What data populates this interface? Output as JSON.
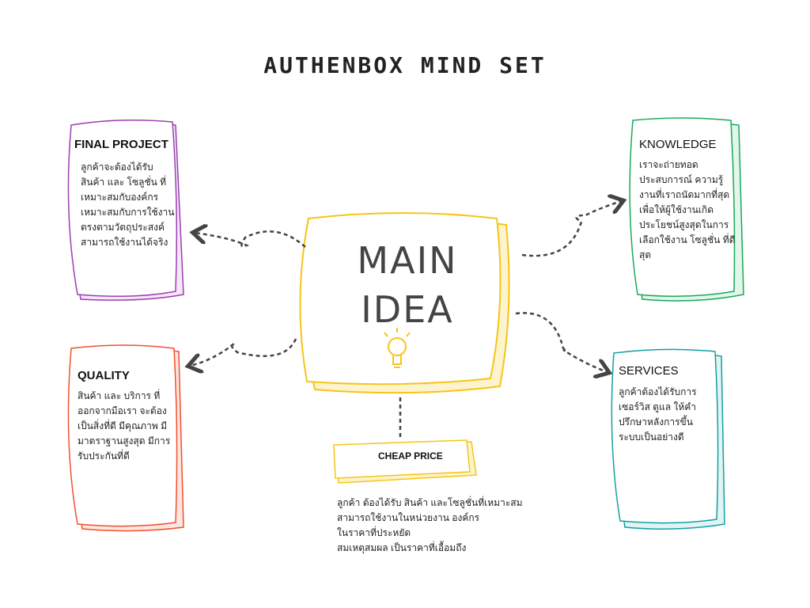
{
  "title": "AUTHENBOX MIND SET",
  "main_idea": {
    "line1": "MAIN",
    "line2": "IDEA",
    "icon": "lightbulb-icon"
  },
  "colors": {
    "final_project": "#9b3fb0",
    "knowledge": "#1aa85a",
    "quality": "#f0502e",
    "services": "#14a0a0",
    "main": "#f5c518",
    "arrow": "#444444"
  },
  "nodes": {
    "final_project": {
      "heading": "FINAL PROJECT",
      "text": "ลูกค้าจะต้องได้รับ\nสินค้า และ โซลูชั่น ที่\nเหมาะสมกับองค์กร\nเหมาะสมกับการใช้งาน\nตรงตามวัตถุประสงค์\nสามารถใช้งานได้จริง"
    },
    "knowledge": {
      "heading": "KNOWLEDGE",
      "text": "เราจะถ่ายทอด\nประสบการณ์  ความรู้\nงานที่เราถนัดมากที่สุด\nเพื่อให้ผู้ใช้งานเกิด\nประโยชน์สูงสุดในการ\nเลือกใช้งาน โซลูชั่น ที่ดี\nสุด"
    },
    "quality": {
      "heading": "QUALITY",
      "text": "สินค้า และ บริการ ที่\nออกจากมือเรา จะต้อง\nเป็นสิ่งที่ดี มีคุณภาพ มี\nมาตราฐานสูงสุด มีการ\nรับประกันที่ดี"
    },
    "services": {
      "heading": "SERVICES",
      "text": "ลูกค้าต้องได้รับการ\nเซอร์วิส ดูแล ให้คำ\nปรึกษาหลังการขึ้น\nระบบเป็นอย่างดี"
    },
    "cheap_price": {
      "heading": "CHEAP PRICE",
      "text": "ลูกค้า ต้องได้รับ  สินค้า  และโซลูชั่นที่เหมาะสม\nสามารถใช้งานในหน่วยงาน องค์กร\n ในราคาที่ประหยัด\nสมเหตุสมผล  เป็นราคาที่เอื้อมถึง"
    }
  }
}
